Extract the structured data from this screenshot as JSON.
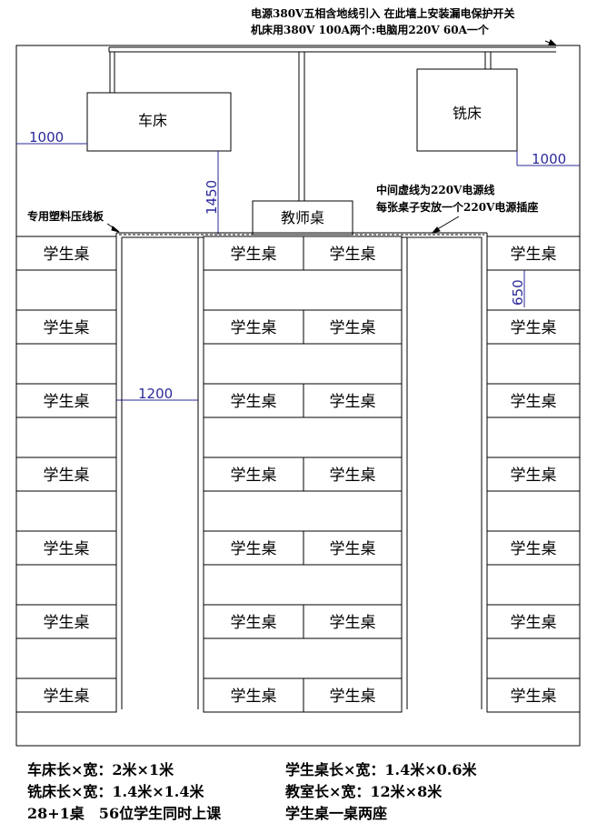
{
  "notes": {
    "power_line1": "电源380V五相含地线引入 在此墙上安装漏电保护开关",
    "power_line2": "机床用380V 100A两个:电脑用220V 60A一个",
    "middle_line1": "中间虚线为220V电源线",
    "middle_line2": "每张桌子安放一个220V电源插座",
    "trunking": "专用塑料压线板"
  },
  "machines": {
    "lathe": "车床",
    "mill": "铣床",
    "teacher_desk": "教师桌"
  },
  "dimensions": {
    "left_1000": "1000",
    "right_1000": "1000",
    "d1450": "1450",
    "d650": "650",
    "d1200": "1200"
  },
  "desk_label": "学生桌",
  "desk_rows": 7,
  "legend": {
    "line1_left": "车床长×宽：2米×1米",
    "line1_right": "学生桌长×宽：1.4米×0.6米",
    "line2_left": "铣床长×宽：1.4米×1.4米",
    "line2_right": "教室长×宽：12米×8米",
    "line3_left": "28+1桌　56位学生同时上课",
    "line3_right": "学生桌一桌两座"
  }
}
